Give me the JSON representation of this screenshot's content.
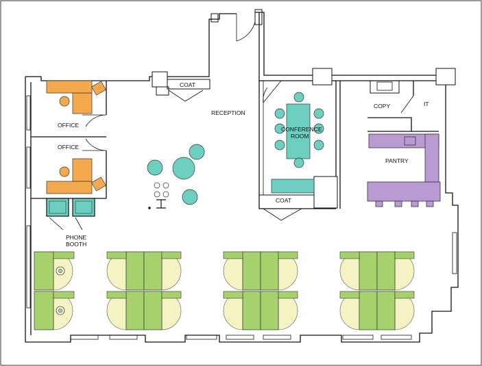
{
  "labels": {
    "office_1": "OFFICE",
    "office_2": "OFFICE",
    "coat_1": "COAT",
    "reception": "RECEPTION",
    "conference_1": "CONFERENCE",
    "conference_2": "ROOM",
    "copy": "COPY",
    "it": "IT",
    "pantry": "PANTRY",
    "coat_2": "COAT",
    "phone_1": "PHONE",
    "phone_2": "BOOTH"
  },
  "colors": {
    "office_furniture": "#f4a94e",
    "lounge_teal": "#6ccfbf",
    "pantry_purple": "#b99ad3",
    "desk_green": "#a6d16c",
    "desk_yellow": "#f5f3c3",
    "wall": "#111111"
  }
}
